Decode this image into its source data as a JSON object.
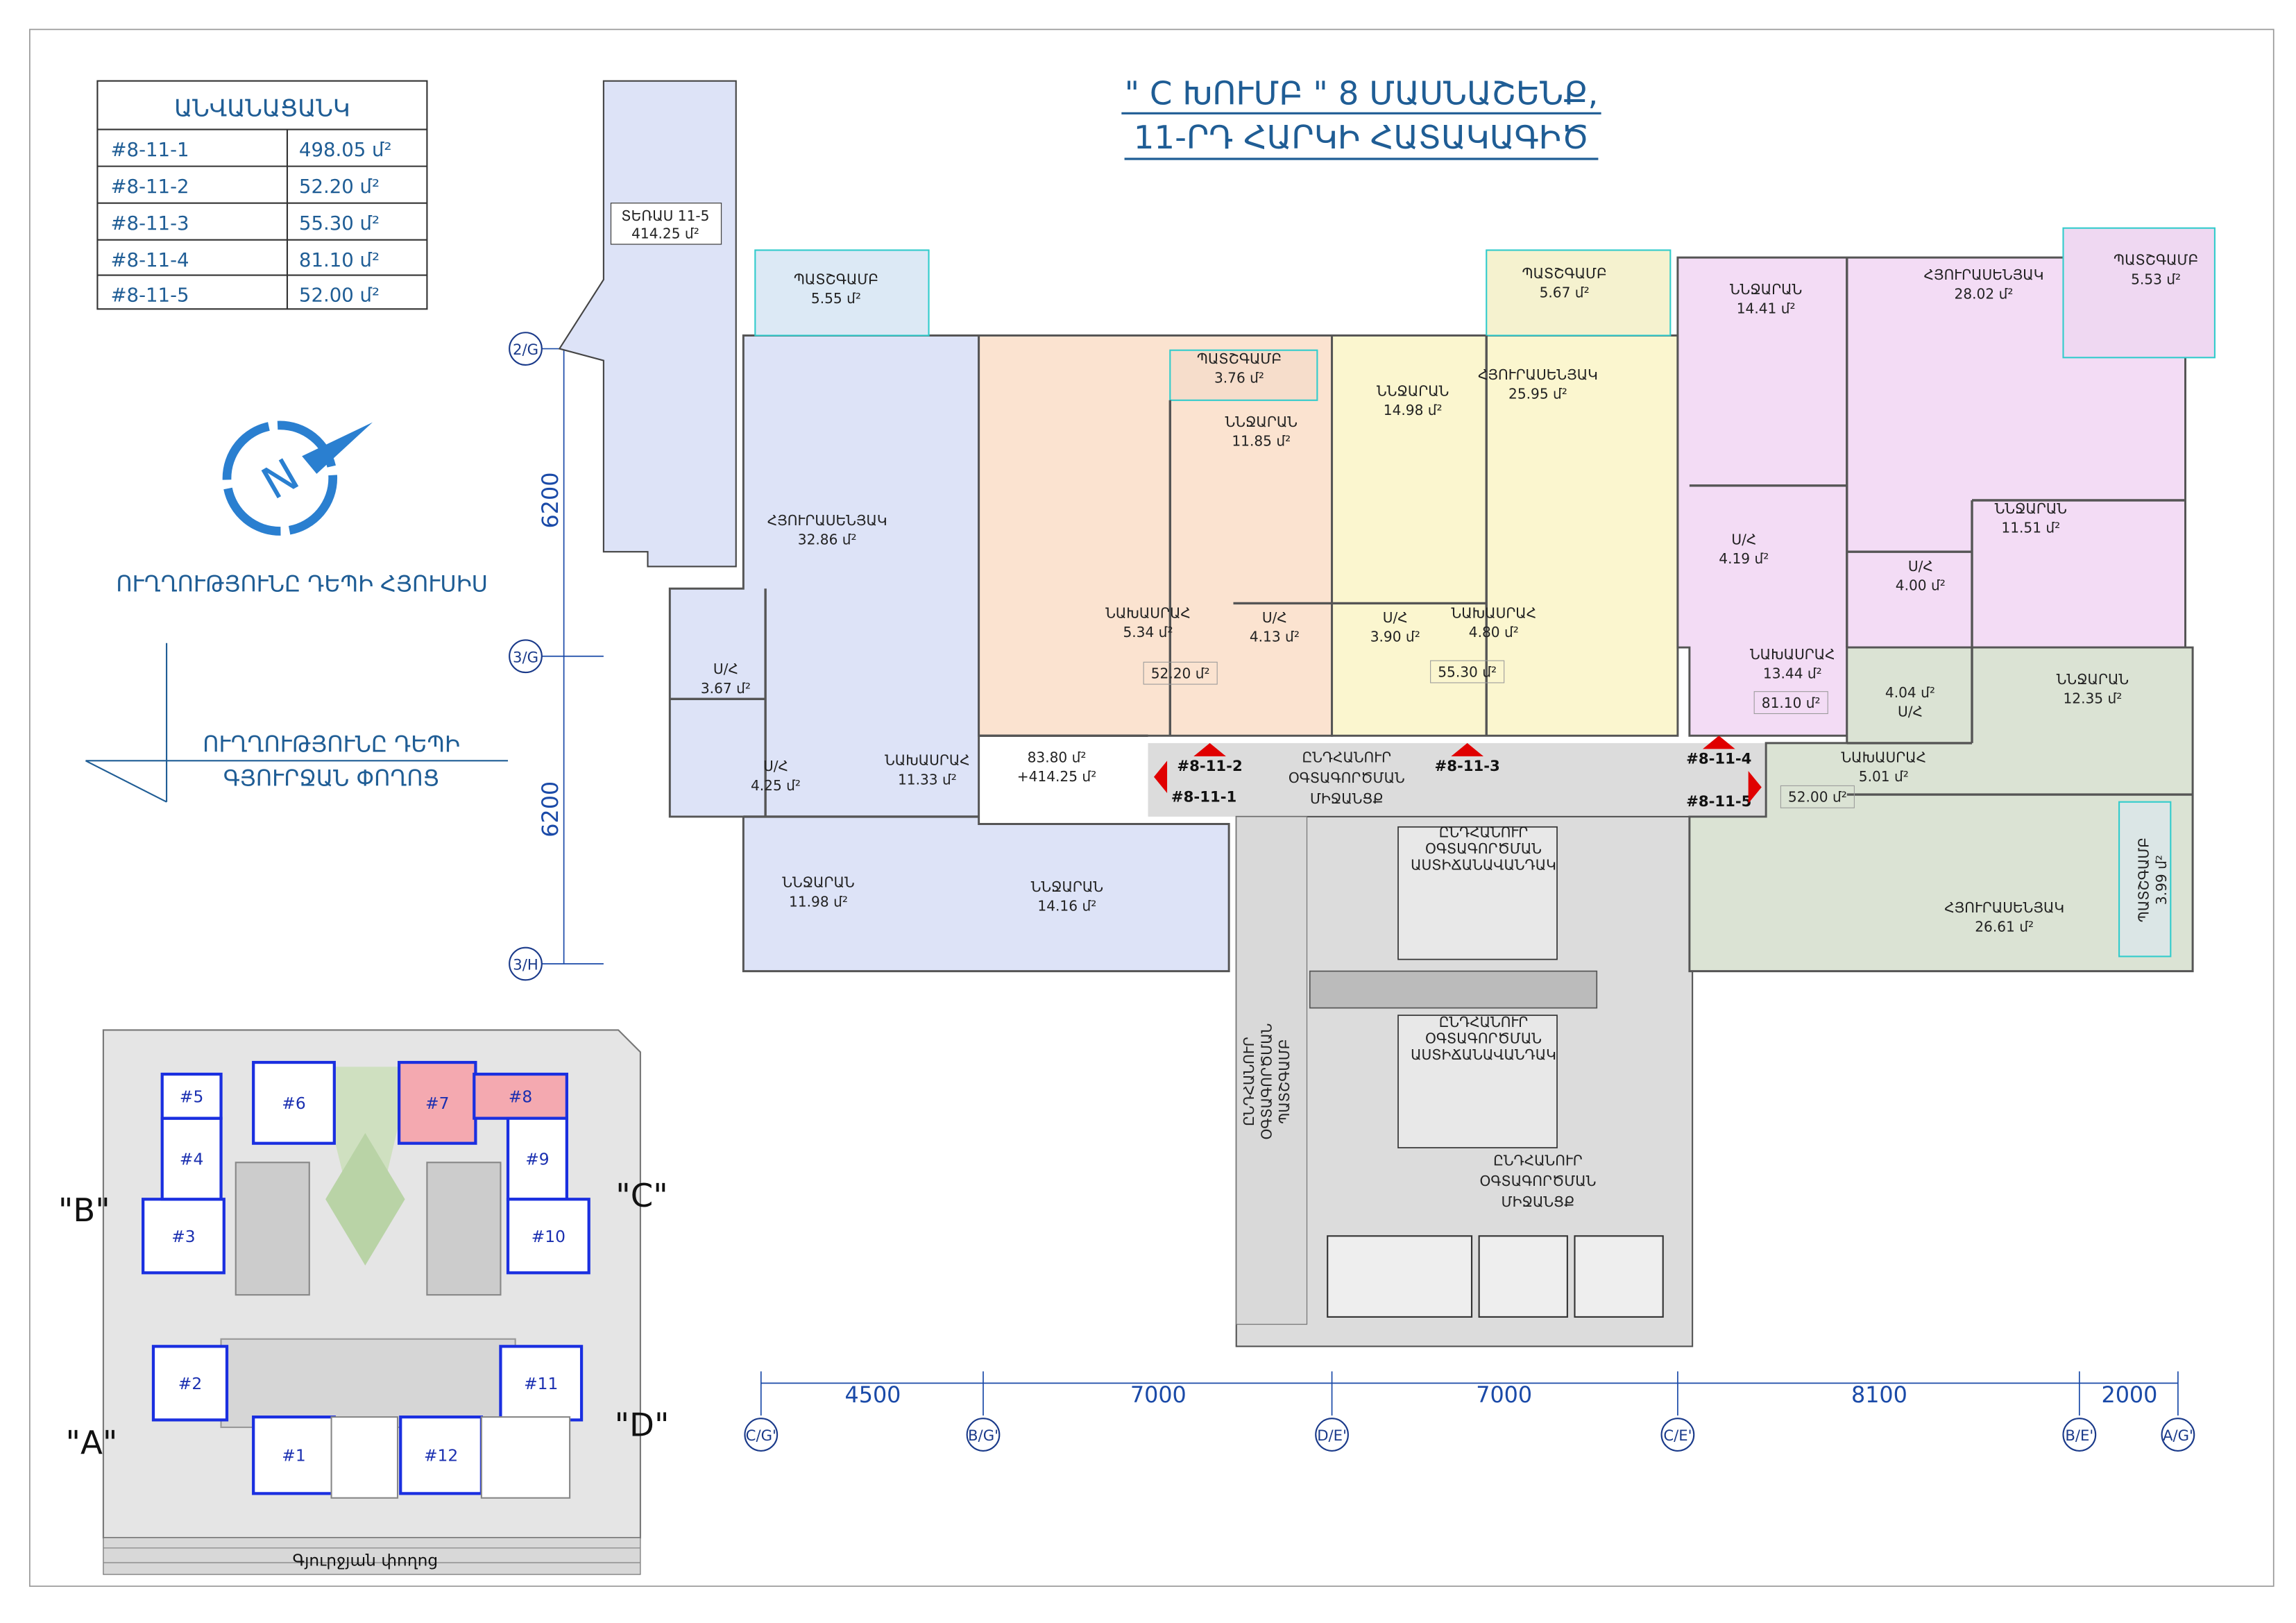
{
  "title": {
    "line1": "\" C ԽՈՒՄԲ \" 8 ՄԱՍՆԱՇԵՆՔ,",
    "line2": "11-ՐԴ  ՀԱՐԿԻ ՀԱՏԱԿԱԳԻԾ"
  },
  "legend": {
    "title": "ԱՆՎԱՆԱՑԱՆԿ",
    "rows": [
      {
        "id": "#8-11-1",
        "area": "498.05 մ²"
      },
      {
        "id": "#8-11-2",
        "area": "52.20 մ²"
      },
      {
        "id": "#8-11-3",
        "area": "55.30 մ²"
      },
      {
        "id": "#8-11-4",
        "area": "81.10 մ²"
      },
      {
        "id": "#8-11-5",
        "area": "52.00 մ²"
      }
    ]
  },
  "terrace": {
    "name": "ՏԵՌԱՍ 11-5",
    "area": "414.25 մ²"
  },
  "compass": {
    "north_label": "ՈՒՂՂՈՒԹՅՈՒՆԸ ԴԵՊԻ ՀՅՈՒՍԻՍ",
    "street_label_1": "ՈՒՂՂՈՒԹՅՈՒՆԸ ԴԵՊԻ",
    "street_label_2": "ԳՅՈՒՐՋԱՆ ՓՈՂՈՑ"
  },
  "grid": {
    "left_axes": [
      "2/G",
      "3/G",
      "3/H"
    ],
    "left_dims": [
      "6200",
      "6200"
    ],
    "bottom_axes": [
      "C/G'",
      "B/G'",
      "D/E'",
      "C/E'",
      "B/E'",
      "A/G'"
    ],
    "bottom_dims": [
      "4500",
      "7000",
      "7000",
      "8100",
      "2000"
    ]
  },
  "rooms": [
    {
      "name": "ՊԱՏՇԳԱՄԲ",
      "area": "5.55 մ²"
    },
    {
      "name": "ՀՅՈՒՐԱՍԵՆՅԱԿ",
      "area": "32.86 մ²"
    },
    {
      "name": "Ս/Հ",
      "area": "3.67 մ²"
    },
    {
      "name": "Ս/Հ",
      "area": "4.25 մ²"
    },
    {
      "name": "ՆԱԽԱՍՐԱՀ",
      "area": "11.33 մ²"
    },
    {
      "name": "ՆՆՋԱՐԱՆ",
      "area": "11.98 մ²"
    },
    {
      "name": "ՆՆՋԱՐԱՆ",
      "area": "14.16 մ²"
    },
    {
      "name": "ՊԱՏՇԳԱՄԲ",
      "area": "3.76 մ²"
    },
    {
      "name": "ՆՆՋԱՐԱՆ",
      "area": "11.85 մ²"
    },
    {
      "name": "ՆԱԽԱՍՐԱՀ",
      "area": "5.34 մ²"
    },
    {
      "name": "Ս/Հ",
      "area": "4.13 մ²"
    },
    {
      "name": "ՆՆՋԱՐԱՆ",
      "area": "14.98 մ²"
    },
    {
      "name": "Ս/Հ",
      "area": "3.90 մ²"
    },
    {
      "name": "ՆԱԽԱՍՐԱՀ",
      "area": "4.80 մ²"
    },
    {
      "name": "ՊԱՏՇԳԱՄԲ",
      "area": "5.67 մ²"
    },
    {
      "name": "ՀՅՈՒՐԱՍԵՆՅԱԿ",
      "area": "25.95 մ²"
    },
    {
      "name": "ՆՆՋԱՐԱՆ",
      "area": "14.41 մ²"
    },
    {
      "name": "ՀՅՈՒՐԱՍԵՆՅԱԿ",
      "area": "28.02 մ²"
    },
    {
      "name": "ՊԱՏՇԳԱՄԲ",
      "area": "5.53 մ²"
    },
    {
      "name": "Ս/Հ",
      "area": "4.19 մ²"
    },
    {
      "name": "ՆՆՋԱՐԱՆ",
      "area": "11.51 մ²"
    },
    {
      "name": "Ս/Հ",
      "area": "4.00 մ²"
    },
    {
      "name": "ՆԱԽԱՍՐԱՀ",
      "area": "13.44 մ²"
    },
    {
      "name": "ՆՆՋԱՐԱՆ",
      "area": "12.35 մ²"
    },
    {
      "name": "4.04 մ²",
      "area": "Ս/Հ"
    },
    {
      "name": "ՆԱԽԱՍՐԱՀ",
      "area": "5.01 մ²"
    },
    {
      "name": "ՀՅՈՒՐԱՍԵՆՅԱԿ",
      "area": "26.61 մ²"
    },
    {
      "name": "ՊԱՏՇԳԱՄԲ",
      "area": "3.99 մ²"
    }
  ],
  "apartment_totals": [
    "52.20 մ²",
    "55.30 մ²",
    "81.10 մ²",
    "52.00 մ²",
    "83.80 մ²",
    "+414.25 մ²"
  ],
  "apartment_ids": [
    "#8-11-1",
    "#8-11-2",
    "#8-11-3",
    "#8-11-4",
    "#8-11-5"
  ],
  "common": {
    "corridor": [
      "ԸՆԴՀԱՆՈՒՐ",
      "ՕԳՏԱԳՈՐԾՄԱՆ",
      "ՄԻՋԱՆՑՔ"
    ],
    "stair": [
      "ԸՆԴՀԱՆՈՒՐ",
      "ՕԳՏԱԳՈՐԾՄԱՆ",
      "ԱՍՏԻՃԱՆԱՎԱՆԴԱԿ"
    ],
    "balcony": [
      "ԸՆԴՀԱՆՈՒՐ",
      "ՕԳՏԱԳՈՐԾՄԱՆ",
      "ՊԱՏՇԳԱՄԲ"
    ]
  },
  "site": {
    "buildings": [
      "#1",
      "#2",
      "#3",
      "#4",
      "#5",
      "#6",
      "#7",
      "#8",
      "#9",
      "#10",
      "#11",
      "#12"
    ],
    "groups": [
      "\"A\"",
      "\"B\"",
      "\"C\"",
      "\"D\""
    ],
    "street": "Գյուրջյան փողոց"
  },
  "colors": {
    "accent": "#1f5d95",
    "apt1": "#dde3f7",
    "apt2": "#fbe3d0",
    "apt3": "#fbf6cf",
    "apt4": "#f3dcf5",
    "apt5": "#dbe3d4",
    "common": "#dcdcdc",
    "marker": "#e00000"
  }
}
